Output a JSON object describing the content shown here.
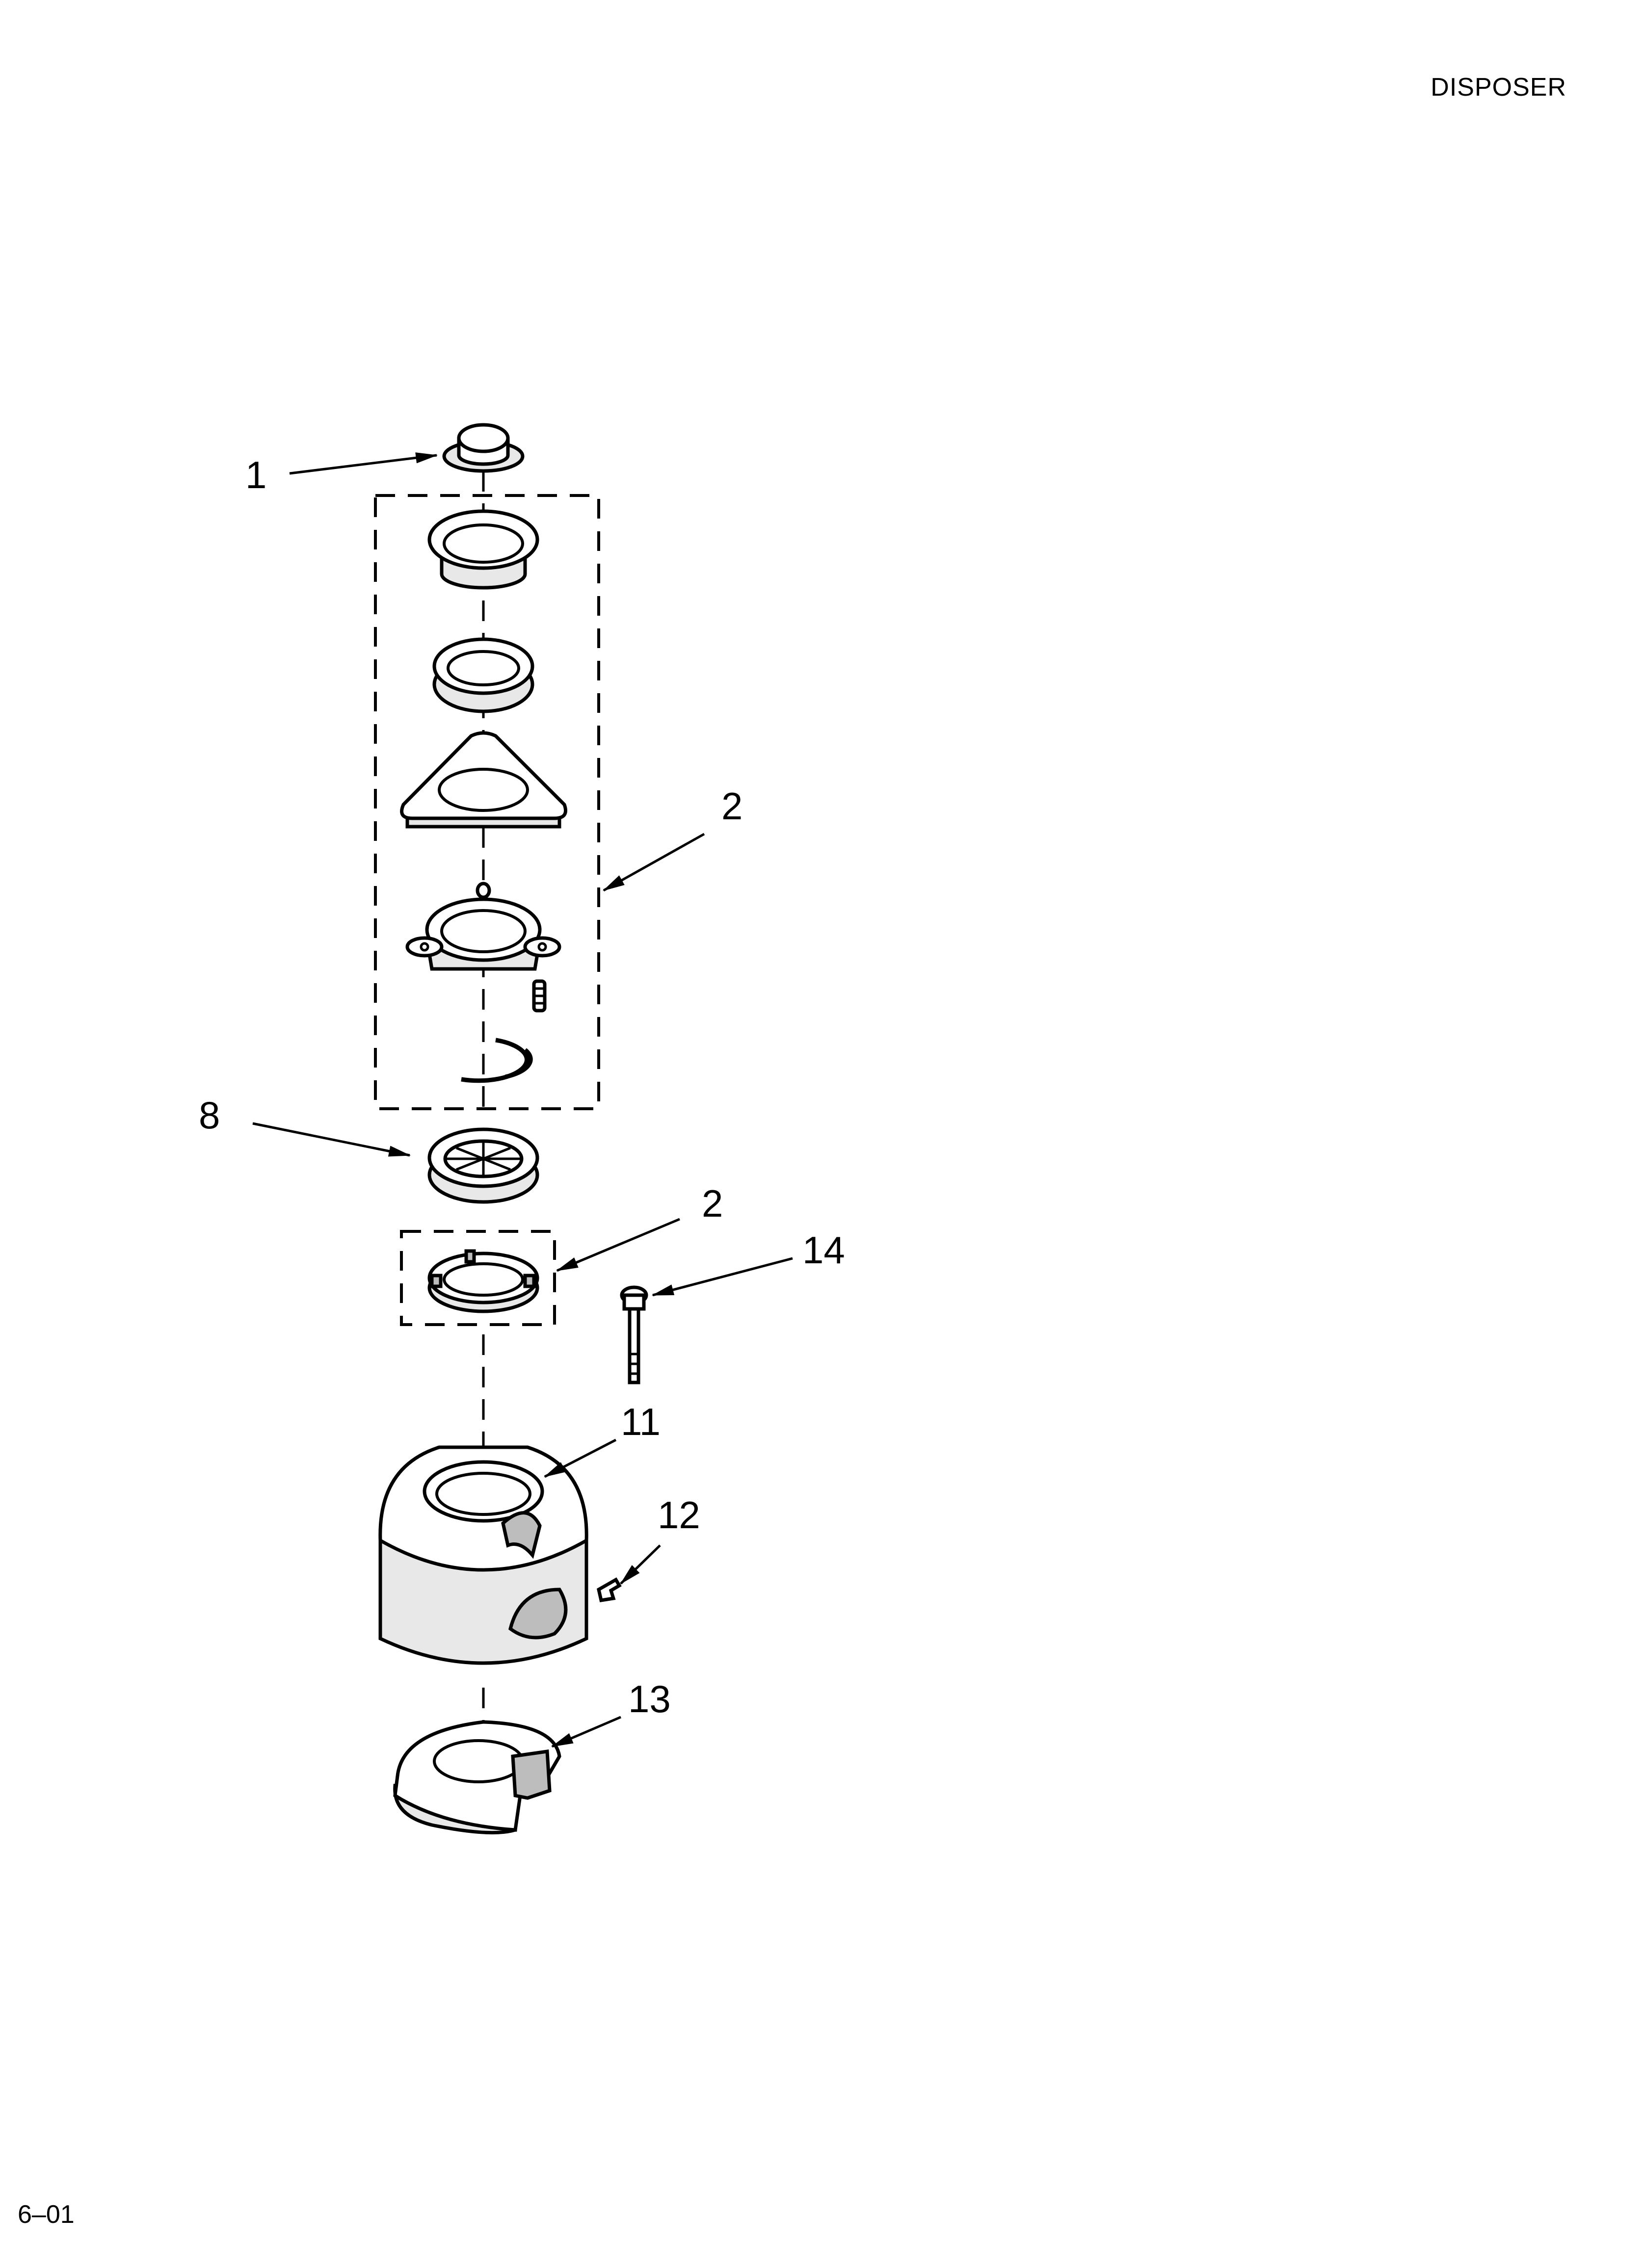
{
  "header": {
    "title": "DISPOSER"
  },
  "footer": {
    "code": "6–01"
  },
  "callouts": {
    "c1": "1",
    "c2_upper": "2",
    "c8": "8",
    "c2_lower": "2",
    "c14": "14",
    "c11": "11",
    "c12": "12",
    "c13": "13"
  }
}
